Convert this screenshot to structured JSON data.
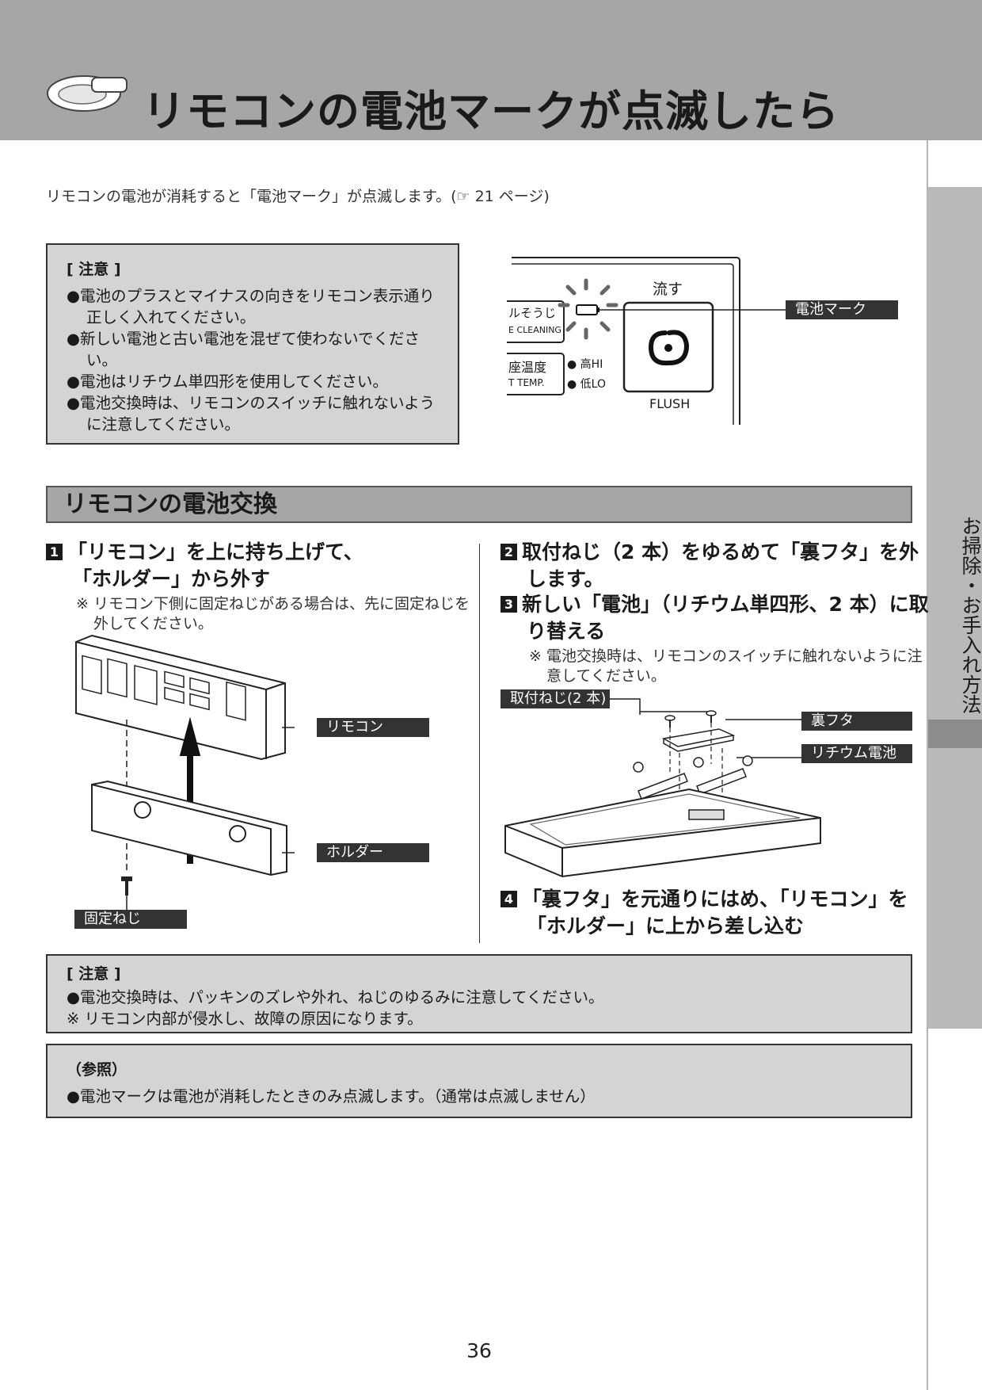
{
  "header": {
    "title": "リモコンの電池マークが点滅したら",
    "icon": "toilet-seat-icon"
  },
  "intro": "リモコンの電池が消耗すると「電池マーク」が点滅します。(☞ 21 ページ)",
  "caution1": {
    "heading": "[ 注意 ]",
    "items": [
      "●電池のプラスとマイナスの向きをリモコン表示通り正しく入れてください。",
      "●新しい電池と古い電池を混ぜて使わないでください。",
      "●電池はリチウム単四形を使用してください。",
      "●電池交換時は、リモコンのスイッチに触れないように注意してください。"
    ]
  },
  "remote_panel": {
    "flush_jp": "流す",
    "flush_en": "FLUSH",
    "clean_jp": "ルそうじ",
    "clean_en": "E CLEANING",
    "temp_jp": "座温度",
    "temp_en": "T TEMP.",
    "hi": "● 高HI",
    "lo": "● 低LO",
    "battery_label": "電池マーク"
  },
  "section": {
    "title": "リモコンの電池交換"
  },
  "steps": {
    "s1_num": "1",
    "s1_line1": "「リモコン」を上に持ち上げて、",
    "s1_line2": "「ホルダー」から外す",
    "s1_note": "※ リモコン下側に固定ねじがある場合は、先に固定ねじを外してください。",
    "s2_num": "2",
    "s2_text": "取付ねじ（2 本）をゆるめて「裏フタ」を外します。",
    "s3_num": "3",
    "s3_text": "新しい「電池」（リチウム単四形、2 本）に取り替える",
    "s3_note": "※ 電池交換時は、リモコンのスイッチに触れないように注意してください。",
    "s4_num": "4",
    "s4_text": "「裏フタ」を元通りにはめ、「リモコン」を「ホルダー」に上から差し込む"
  },
  "labels": {
    "remocon": "リモコン",
    "holder": "ホルダー",
    "fix_screw": "固定ねじ",
    "mount_screw": "取付ねじ(2 本)",
    "back_cover": "裏フタ",
    "lithium": "リチウム電池"
  },
  "caution2": {
    "heading": "[ 注意 ]",
    "line1": "●電池交換時は、パッキンのズレや外れ、ねじのゆるみに注意してください。",
    "line2": "※ リモコン内部が侵水し、故障の原因になります。"
  },
  "reference": {
    "heading": "（参照）",
    "line1": "●電池マークは電池が消耗したときのみ点滅します。（通常は点滅しません）"
  },
  "side_tab": "お掃除・お手入れ方法",
  "page_number": "36"
}
